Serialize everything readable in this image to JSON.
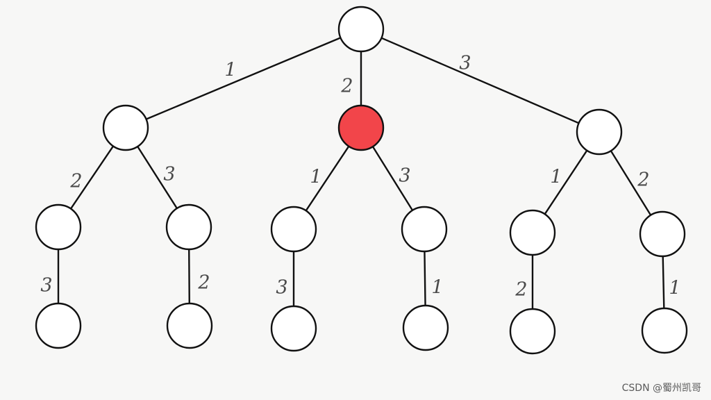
{
  "tree": {
    "nodes": [
      {
        "id": "root",
        "color": "#ffffff"
      },
      {
        "id": "n1",
        "color": "#ffffff"
      },
      {
        "id": "n2",
        "color": "#f2454a"
      },
      {
        "id": "n3",
        "color": "#ffffff"
      },
      {
        "id": "n1-2",
        "color": "#ffffff"
      },
      {
        "id": "n1-3",
        "color": "#ffffff"
      },
      {
        "id": "n2-1",
        "color": "#ffffff"
      },
      {
        "id": "n2-3",
        "color": "#ffffff"
      },
      {
        "id": "n3-1",
        "color": "#ffffff"
      },
      {
        "id": "n3-2",
        "color": "#ffffff"
      },
      {
        "id": "n1-2-3",
        "color": "#ffffff"
      },
      {
        "id": "n1-3-2",
        "color": "#ffffff"
      },
      {
        "id": "n2-1-3",
        "color": "#ffffff"
      },
      {
        "id": "n2-3-1",
        "color": "#ffffff"
      },
      {
        "id": "n3-1-2",
        "color": "#ffffff"
      },
      {
        "id": "n3-2-1",
        "color": "#ffffff"
      }
    ],
    "edges": [
      {
        "from": "root",
        "to": "n1",
        "label": "1"
      },
      {
        "from": "root",
        "to": "n2",
        "label": "2"
      },
      {
        "from": "root",
        "to": "n3",
        "label": "3"
      },
      {
        "from": "n1",
        "to": "n1-2",
        "label": "2"
      },
      {
        "from": "n1",
        "to": "n1-3",
        "label": "3"
      },
      {
        "from": "n2",
        "to": "n2-1",
        "label": "1"
      },
      {
        "from": "n2",
        "to": "n2-3",
        "label": "3"
      },
      {
        "from": "n3",
        "to": "n3-1",
        "label": "1"
      },
      {
        "from": "n3",
        "to": "n3-2",
        "label": "2"
      },
      {
        "from": "n1-2",
        "to": "n1-2-3",
        "label": "3"
      },
      {
        "from": "n1-3",
        "to": "n1-3-2",
        "label": "2"
      },
      {
        "from": "n2-1",
        "to": "n2-1-3",
        "label": "3"
      },
      {
        "from": "n2-3",
        "to": "n2-3-1",
        "label": "1"
      },
      {
        "from": "n3-1",
        "to": "n3-1-2",
        "label": "2"
      },
      {
        "from": "n3-2",
        "to": "n3-2-1",
        "label": "1"
      }
    ]
  },
  "watermark": "CSDN @蜀州凯哥"
}
